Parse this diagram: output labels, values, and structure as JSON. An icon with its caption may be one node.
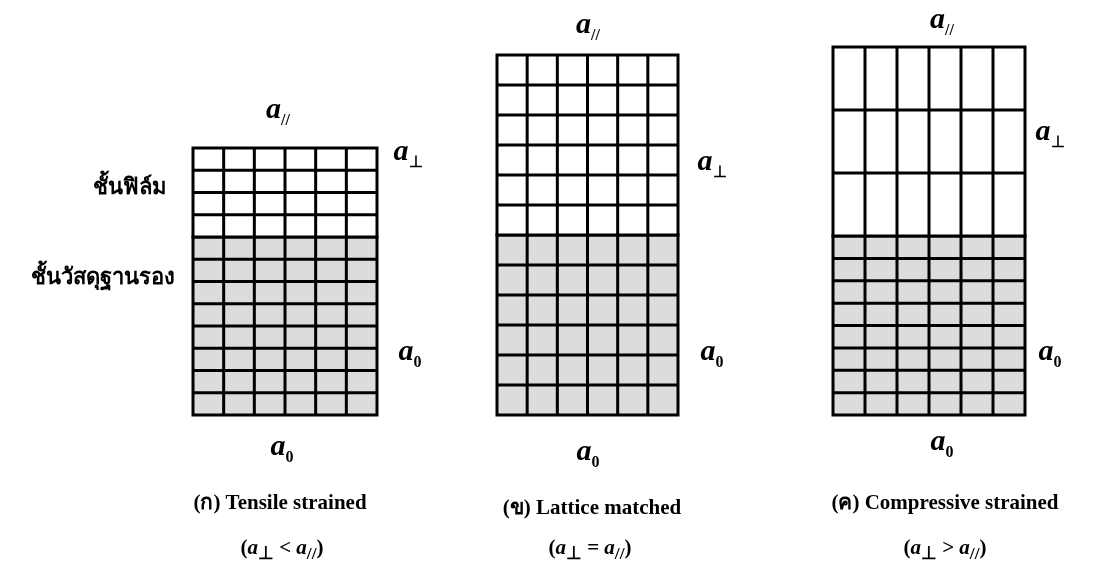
{
  "diagram": {
    "labels": [
      "a$_{//}$",
      "a$_{//}$",
      "a$_{//}$",
      "ชั้นฟิล์ม",
      "a$_{⊥}$",
      "a$_{⊥}$",
      "a$_{⊥}$",
      "ชั้นวัสดุฐานรอง",
      "a$_{0}$",
      "a$_{0}$",
      "a$_{0}$",
      "a$_{0}$",
      "a$_{0}$",
      "a$_{0}$",
      "(ก) Tensile strained",
      "(ข) Lattice matched",
      "(ค) Compressive strained",
      "(*a*$_{⊥}$ < *a*$_{//}$)",
      "(*a*$_{⊥}$ = *a*$_{//}$)",
      "(*a*$_{⊥}$ > *a*$_{//}$)"
    ]
  }
}
